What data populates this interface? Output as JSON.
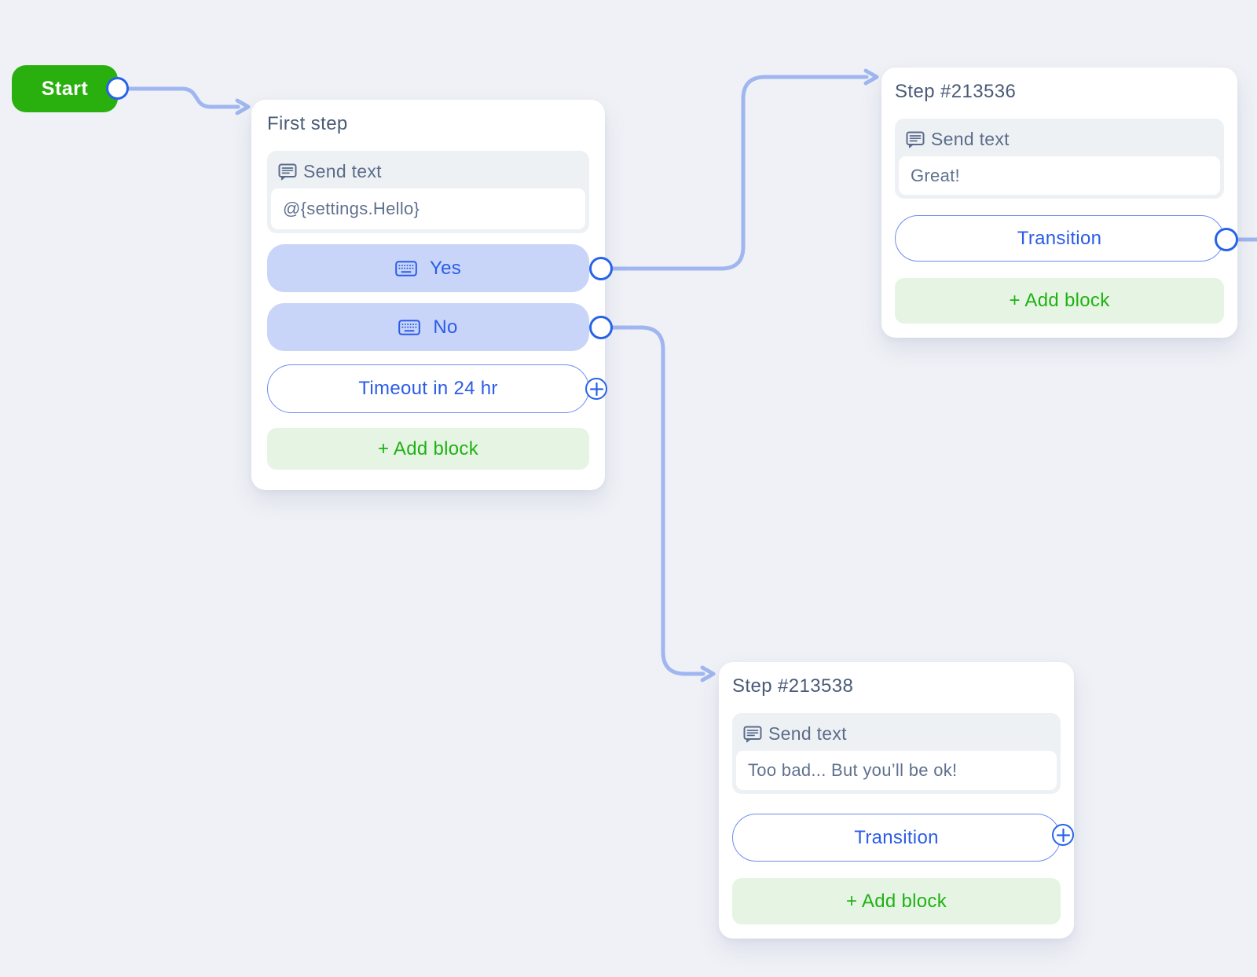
{
  "colors": {
    "canvas_bg": "#eff1f6",
    "card_bg": "#ffffff",
    "start_green": "#29b00e",
    "add_block_green": "#1fb214",
    "add_block_bg": "#e6f4e3",
    "action_blue": "#2b5ce8",
    "quick_reply_bg": "#c8d4f8",
    "outline_border": "#6e8bef",
    "port_border": "#2663e9",
    "connector": "#9fb6f0",
    "title_text": "#4a5b77",
    "muted_text": "#5b6c8b",
    "send_block_bg": "#eef1f4"
  },
  "start": {
    "label": "Start"
  },
  "cards": {
    "first": {
      "title": "First step",
      "send_text": {
        "icon": "send-text-icon",
        "label": "Send text",
        "value": "@{settings.Hello}"
      },
      "buttons": [
        {
          "icon": "keyboard-icon",
          "label": "Yes"
        },
        {
          "icon": "keyboard-icon",
          "label": "No"
        }
      ],
      "timeout_label": "Timeout in 24 hr",
      "add_block_label": "+ Add block"
    },
    "step_213536": {
      "title": "Step #213536",
      "send_text": {
        "icon": "send-text-icon",
        "label": "Send text",
        "value": "Great!"
      },
      "transition_label": "Transition",
      "add_block_label": "+ Add block"
    },
    "step_213538": {
      "title": "Step #213538",
      "send_text": {
        "icon": "send-text-icon",
        "label": "Send text",
        "value": "Too bad... But you’ll be ok!"
      },
      "transition_label": "Transition",
      "add_block_label": "+ Add block"
    }
  },
  "edges": [
    {
      "from": "Start",
      "to": "First step"
    },
    {
      "from": "First step / Yes",
      "to": "Step #213536"
    },
    {
      "from": "First step / No",
      "to": "Step #213538"
    },
    {
      "from": "Step #213536 / Transition",
      "to": "off-canvas-right"
    }
  ]
}
